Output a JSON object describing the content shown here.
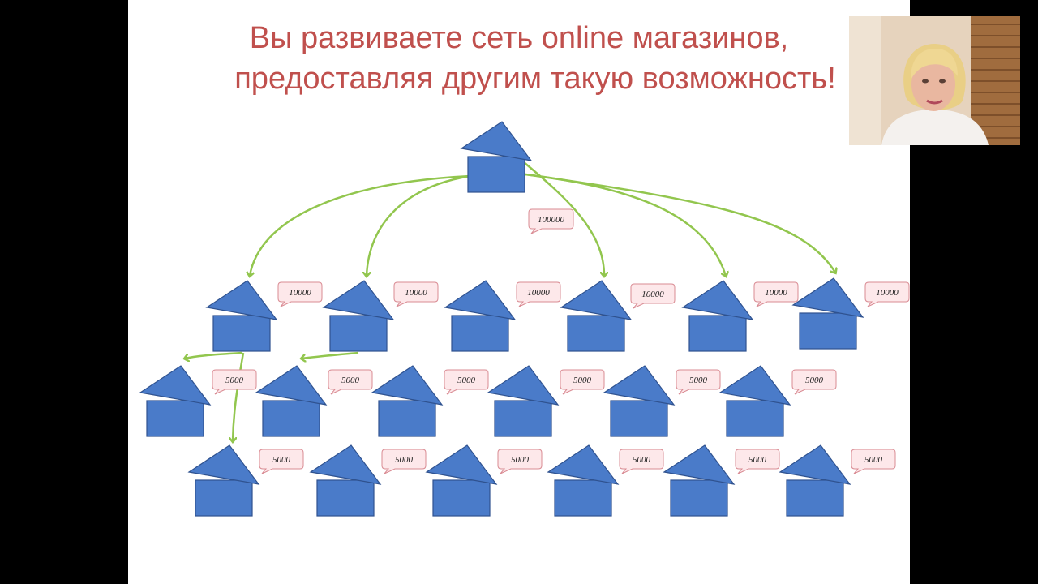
{
  "slide": {
    "title_line_1": "Вы развиваете сеть online магазинов,",
    "title_line_2": "предоставляя другим такую возможность!"
  },
  "diagram": {
    "colors": {
      "house_fill": "#4a7bc9",
      "house_stroke": "#2f528f",
      "arrow": "#92c64e",
      "callout_fill": "#fde8ea",
      "callout_stroke": "#d98b93",
      "title": "#c0504d"
    },
    "top_house": {
      "label": "100000"
    },
    "level_1": [
      "10000",
      "10000",
      "10000",
      "10000",
      "10000",
      "10000"
    ],
    "level_2": [
      "5000",
      "5000",
      "5000",
      "5000",
      "5000",
      "5000"
    ],
    "level_3": [
      "5000",
      "5000",
      "5000",
      "5000",
      "5000",
      "5000"
    ]
  },
  "webcam": {
    "icon": "presenter-video-feed"
  }
}
